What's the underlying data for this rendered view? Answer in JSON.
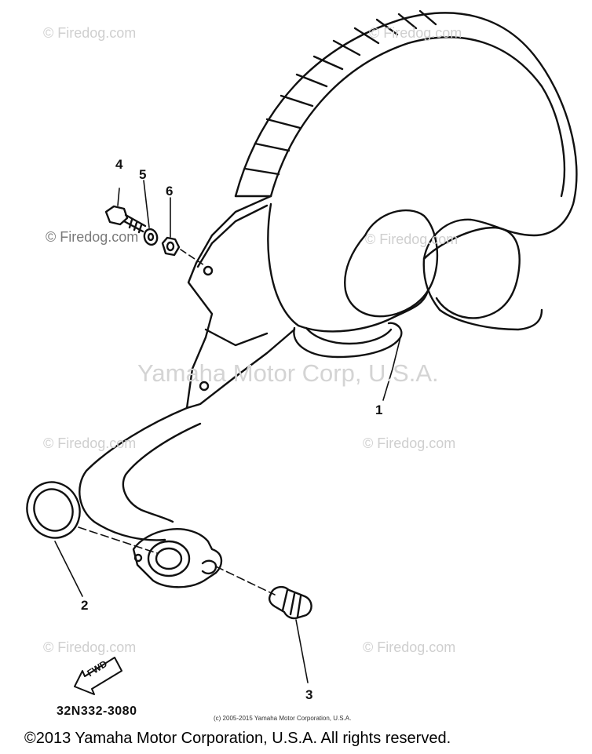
{
  "watermarks": {
    "firedog": "© Firedog.com",
    "yamaha": "Yamaha Motor Corp, U.S.A."
  },
  "callouts": {
    "p1": "1",
    "p2": "2",
    "p3": "3",
    "p4": "4",
    "p5": "5",
    "p6": "6"
  },
  "diagram_code": "32N332-3080",
  "fwd_label": "FWD",
  "small_copyright": "(c) 2005-2015 Yamaha Motor Corporation, U.S.A.",
  "footer": "©2013 Yamaha Motor Corporation, U.S.A. All rights reserved.",
  "colors": {
    "line": "#111111",
    "watermark": "#cfcfcf"
  }
}
